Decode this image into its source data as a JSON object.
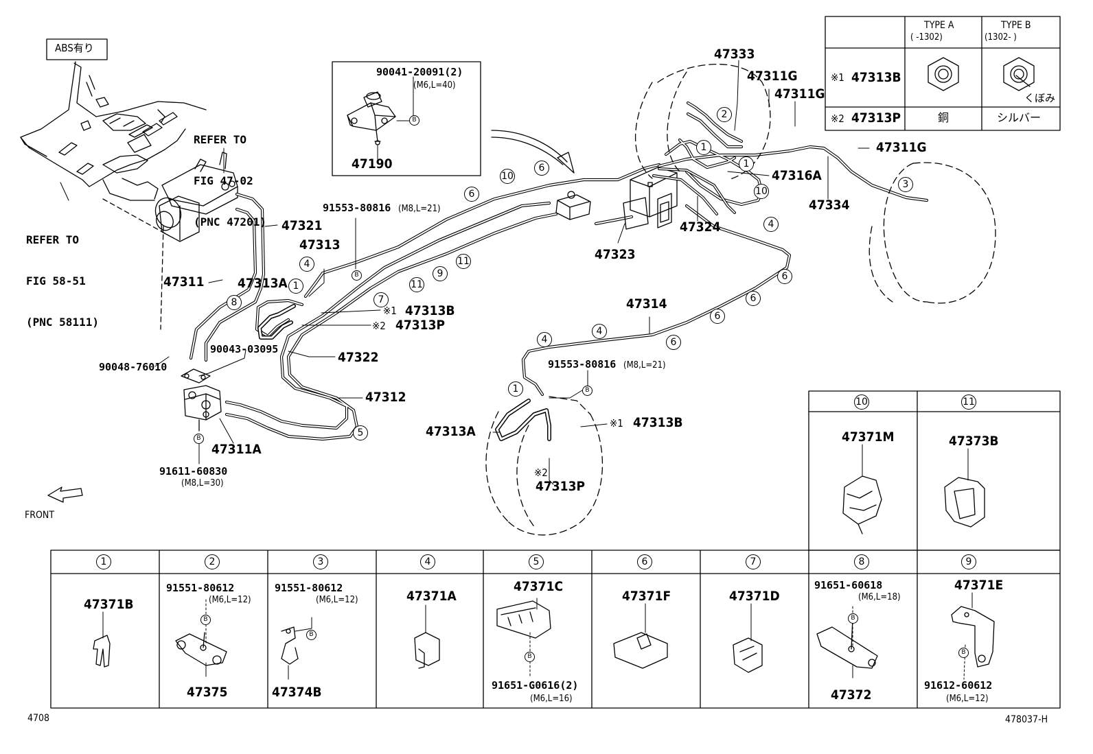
{
  "diagram": {
    "abs_label": "ABS有り",
    "front_label": "FRONT",
    "page_code_left": "4708",
    "page_code_right": "478037-H",
    "refer_top": [
      "REFER TO",
      "FIG 47-02",
      "(PNC 47201)"
    ],
    "refer_left": [
      "REFER TO",
      "FIG 58-51",
      "(PNC 58111)"
    ],
    "inset": {
      "bolt": "90041-20091(2)",
      "bolt_spec": "(M6,L=40)",
      "part": "47190"
    },
    "type_table": {
      "type_a": "TYPE A",
      "type_a_range": "(      -1302)",
      "type_b": "TYPE B",
      "type_b_range": "(1302-      )",
      "row1_mark": "※1",
      "row1_part": "47313B",
      "row2_mark": "※2",
      "row2_part": "47313P",
      "row2_a": "銅",
      "row2_b": "シルバー",
      "kubomi": "くぼみ"
    },
    "mark_b": "B",
    "mark1": "※1",
    "mark2": "※2",
    "labels": {
      "p47333": "47333",
      "p47311G_1": "47311G",
      "p47311G_2": "47311G",
      "p47311G_3": "47311G",
      "p47316A": "47316A",
      "p47334": "47334",
      "p47324": "47324",
      "p47323": "47323",
      "p91553_a": "91553-80816",
      "p91553_a_spec": "(M8,L=21)",
      "p47321": "47321",
      "p47313": "47313",
      "p47311": "47311",
      "p47313A_1": "47313A",
      "p47313B_1": "47313B",
      "p47313P_1": "47313P",
      "p90043": "90043-03095",
      "p90048": "90048-76010",
      "p47322": "47322",
      "p47312": "47312",
      "p47311A": "47311A",
      "p91611": "91611-60830",
      "p91611_spec": "(M8,L=30)",
      "p47314": "47314",
      "p91553_b": "91553-80816",
      "p91553_b_spec": "(M8,L=21)",
      "p47313A_2": "47313A",
      "p47313B_2": "47313B",
      "p47313P_2": "47313P"
    },
    "callouts": {
      "c1": "1",
      "c2": "2",
      "c3": "3",
      "c4": "4",
      "c5": "5",
      "c6": "6",
      "c7": "7",
      "c8": "8",
      "c9": "9",
      "c10": "10",
      "c11": "11"
    },
    "clip_table": [
      {
        "no": "1",
        "part": "47371B"
      },
      {
        "no": "2",
        "bolt": "91551-80612",
        "spec": "(M6,L=12)",
        "part": "47375"
      },
      {
        "no": "3",
        "bolt": "91551-80612",
        "spec": "(M6,L=12)",
        "part": "47374B"
      },
      {
        "no": "4",
        "part": "47371A"
      },
      {
        "no": "5",
        "part": "47371C",
        "bolt": "91651-G0616(2)",
        "spec": "(M6,L=16)"
      },
      {
        "no": "6",
        "part": "47371F"
      },
      {
        "no": "7",
        "part": "47371D"
      },
      {
        "no": "8",
        "bolt": "91651-60618",
        "spec": "(M6,L=18)",
        "part": "47372"
      },
      {
        "no": "9",
        "part": "47371E",
        "bolt": "91612-60612",
        "spec": "(M6,L=12)"
      }
    ],
    "clip_side": [
      {
        "no": "10",
        "part": "47371M"
      },
      {
        "no": "11",
        "part": "47373B"
      }
    ]
  }
}
